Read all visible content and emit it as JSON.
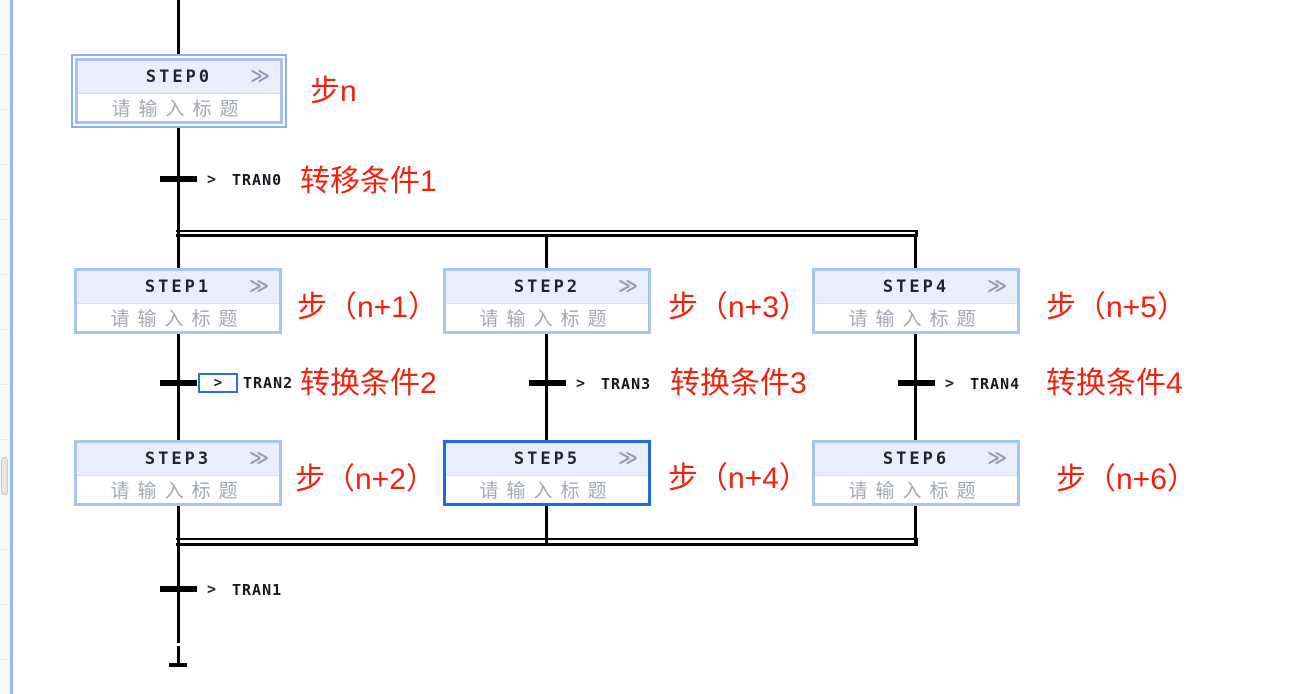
{
  "editor": {
    "background_color": "#ffffff",
    "line_color": "#000000",
    "annotation_color": "#f1210e",
    "step_border_color": "#a6c5ef",
    "step_selected_border_color": "#1b6ce0",
    "step_header_bg": "#e8eefb",
    "transition_selected_border_color": "#2472e8",
    "panel_divider_color": "#93bdf0"
  },
  "icons": {
    "step_expand": "≫",
    "transition_chevron": ">"
  },
  "steps": [
    {
      "name": "STEP0",
      "placeholder": "请输入标题",
      "state": "focused"
    },
    {
      "name": "STEP1",
      "placeholder": "请输入标题",
      "state": "normal"
    },
    {
      "name": "STEP2",
      "placeholder": "请输入标题",
      "state": "normal"
    },
    {
      "name": "STEP4",
      "placeholder": "请输入标题",
      "state": "normal"
    },
    {
      "name": "STEP3",
      "placeholder": "请输入标题",
      "state": "normal"
    },
    {
      "name": "STEP5",
      "placeholder": "请输入标题",
      "state": "selected"
    },
    {
      "name": "STEP6",
      "placeholder": "请输入标题",
      "state": "normal"
    }
  ],
  "transitions": [
    {
      "name": "TRAN0",
      "selected": false
    },
    {
      "name": "TRAN2",
      "selected": true
    },
    {
      "name": "TRAN3",
      "selected": false
    },
    {
      "name": "TRAN4",
      "selected": false
    },
    {
      "name": "TRAN1",
      "selected": false
    }
  ],
  "annotations": [
    {
      "text": "步n"
    },
    {
      "text": "转移条件1"
    },
    {
      "text": "步（n+1）"
    },
    {
      "text": "步（n+3）"
    },
    {
      "text": "步（n+5）"
    },
    {
      "text": "转换条件2"
    },
    {
      "text": "转换条件3"
    },
    {
      "text": "转换条件4"
    },
    {
      "text": "步（n+2）"
    },
    {
      "text": "步（n+4）"
    },
    {
      "text": "步（n+6）"
    }
  ]
}
